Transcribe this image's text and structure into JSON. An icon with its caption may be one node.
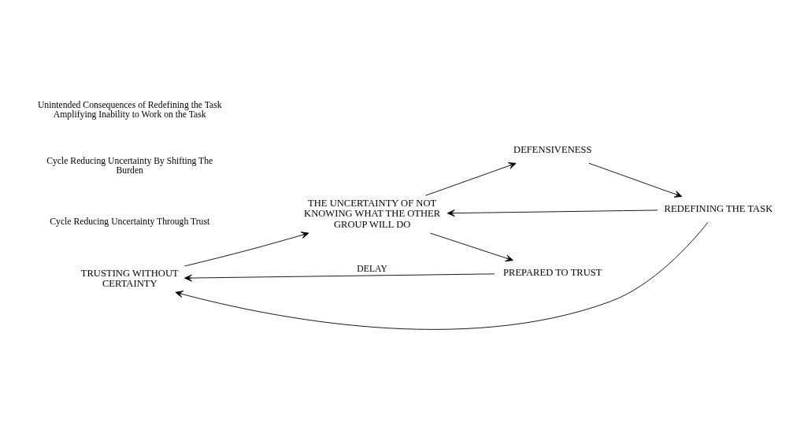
{
  "diagram": {
    "nodes": [
      {
        "text": [
          "TRUSTING WITHOUT CERTAINTY"
        ]
      },
      {
        "text": [
          "THE UNCERTAINTY OF NOT KNOWING WHAT THE OTHER GROUP WILL DO"
        ]
      },
      {
        "text": [
          "REDEFINING THE TASK"
        ]
      },
      {
        "text": [
          "PREPARED TO TRUST"
        ]
      },
      {
        "text": [
          "DEFENSIVENESS"
        ]
      }
    ],
    "edges": [
      {
        "from": 0,
        "to": 1,
        "arrow": "to"
      },
      {
        "from": 1,
        "to": 3,
        "arrow": "to"
      },
      {
        "from": 3,
        "to": 0,
        "arrow": "to",
        "label": "DELAY"
      },
      {
        "from": 1,
        "to": 4,
        "arrow": "to"
      },
      {
        "from": 4,
        "to": 2,
        "arrow": "to"
      },
      {
        "from": 2,
        "to": 1,
        "arrow": "to"
      },
      {
        "from": 2,
        "to": 0,
        "arrow": "to"
      }
    ],
    "labels": [
      "Cycle Reducing Uncertainty Through Trust",
      "Cycle Reducing Uncertainty By Shifting The Burden",
      "Unintended Consequences of Redefining the Task Amplifying Inability to Work on the Task"
    ]
  }
}
